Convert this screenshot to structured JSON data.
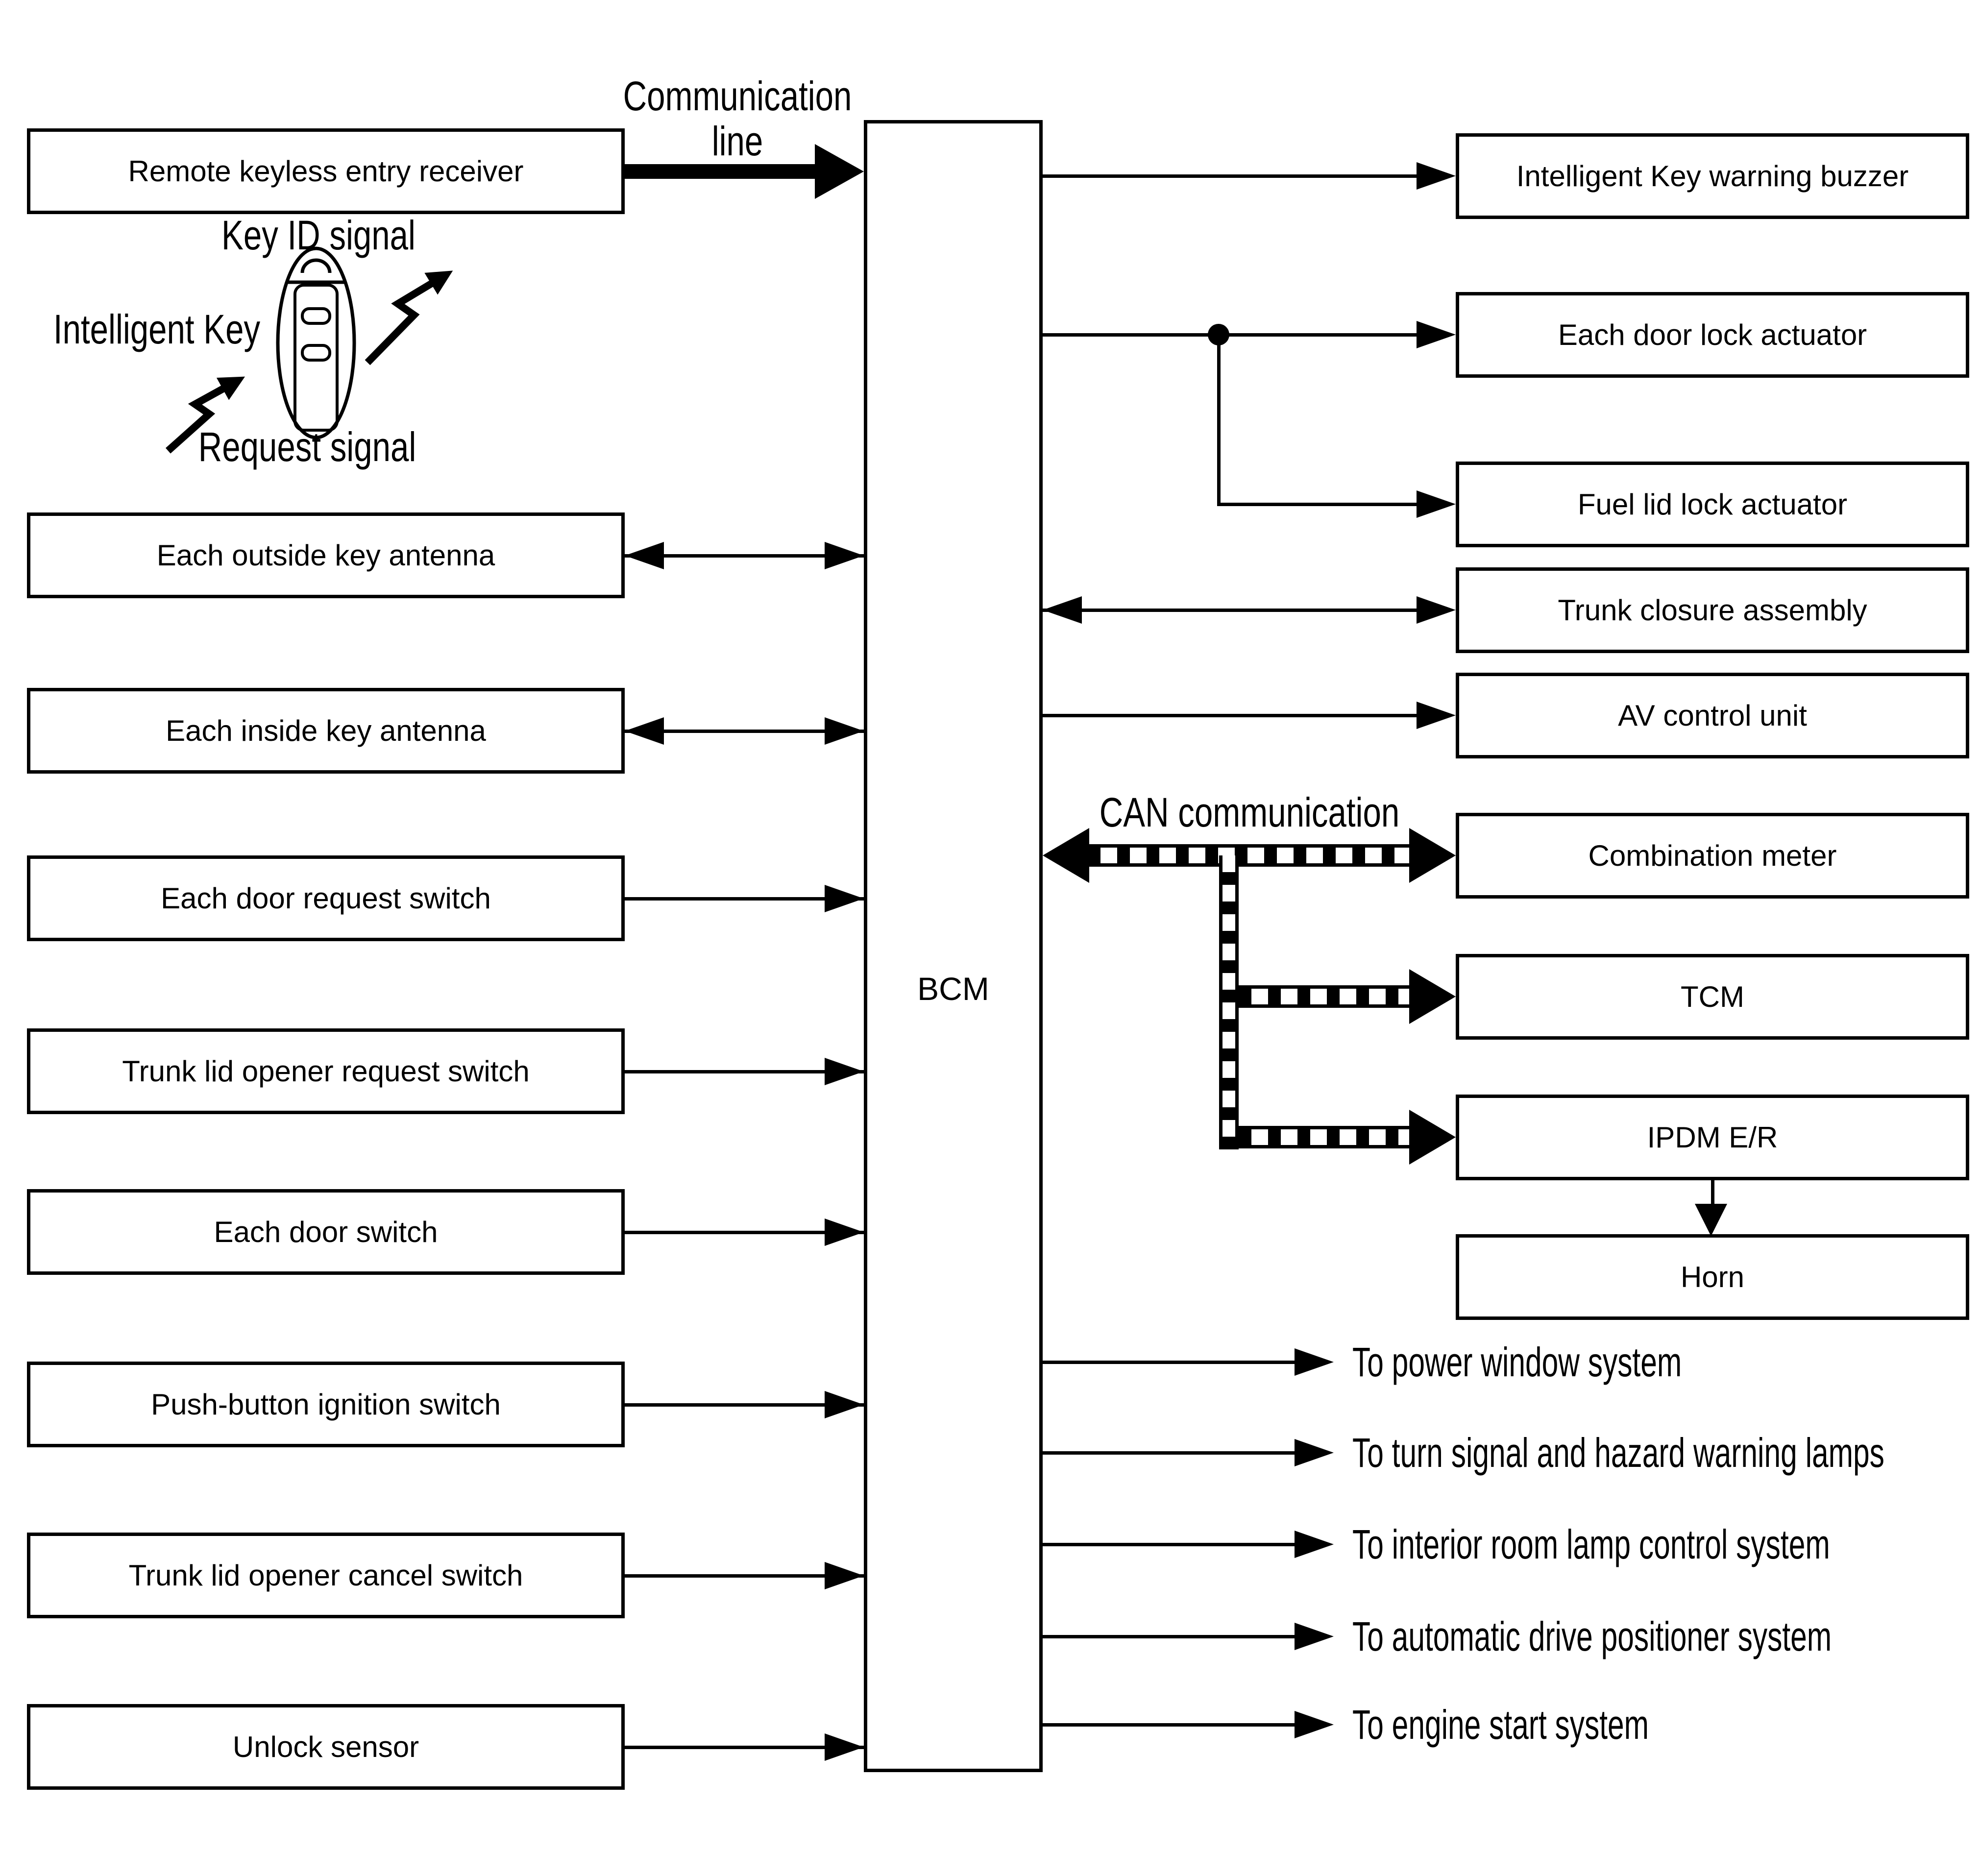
{
  "nodes": {
    "bcm": "BCM",
    "left": [
      "Remote keyless entry receiver",
      "Each outside key antenna",
      "Each inside key antenna",
      "Each door request switch",
      "Trunk lid opener request switch",
      "Each door switch",
      "Push-button ignition switch",
      "Trunk lid opener cancel switch",
      "Unlock sensor"
    ],
    "right": [
      "Intelligent Key warning buzzer",
      "Each door lock actuator",
      "Fuel lid lock actuator",
      "Trunk closure assembly",
      "AV control unit",
      "Combination meter",
      "TCM",
      "IPDM E/R",
      "Horn"
    ],
    "outputs": [
      "To power window system",
      "To turn signal and hazard warning lamps",
      "To interior room lamp control system",
      "To automatic drive positioner system",
      "To engine start system"
    ]
  },
  "annotations": {
    "communication_line_1": "Communication",
    "communication_line_2": "line",
    "can_communication": "CAN communication",
    "key_id_signal": "Key ID signal",
    "intelligent_key": "Intelligent Key",
    "request_signal": "Request signal"
  },
  "colors": {
    "line": "#000000",
    "background": "#ffffff"
  }
}
